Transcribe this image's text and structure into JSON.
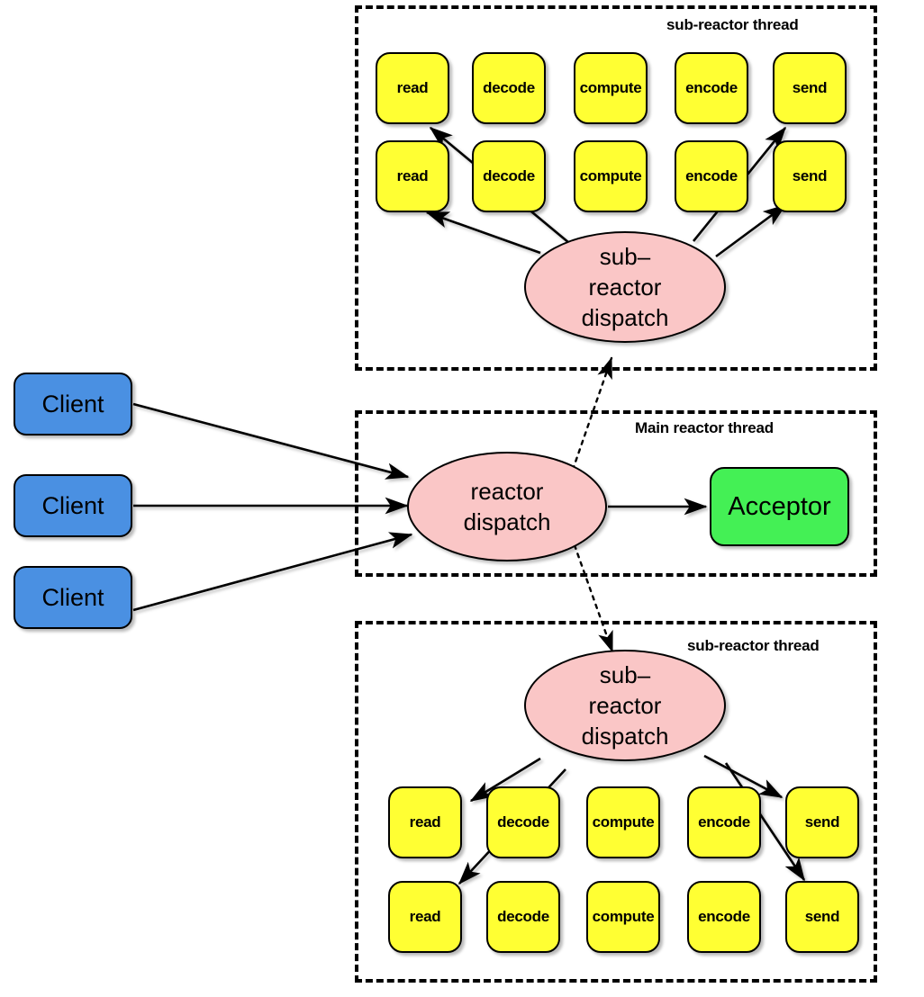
{
  "diagram": {
    "title": "Multi-reactor (main reactor / sub-reactor) dispatch architecture",
    "colors": {
      "stage_fill": "#FFFF33",
      "client_fill": "#4A90E2",
      "acceptor_fill": "#44F055",
      "dispatch_fill": "#FAC6C6",
      "outline": "#000000",
      "background": "#FFFFFF"
    }
  },
  "groups": {
    "top_sub_reactor": {
      "label": "sub-reactor thread",
      "dispatch": {
        "line1": "sub–",
        "line2": "reactor",
        "line3": "dispatch"
      },
      "rows": [
        [
          "read",
          "decode",
          "compute",
          "encode",
          "send"
        ],
        [
          "read",
          "decode",
          "compute",
          "encode",
          "send"
        ]
      ]
    },
    "main_reactor": {
      "label": "Main reactor thread",
      "dispatch": {
        "line1": "reactor",
        "line2": "dispatch"
      },
      "acceptor": "Acceptor"
    },
    "bottom_sub_reactor": {
      "label": "sub-reactor thread",
      "dispatch": {
        "line1": "sub–",
        "line2": "reactor",
        "line3": "dispatch"
      },
      "rows": [
        [
          "read",
          "decode",
          "compute",
          "encode",
          "send"
        ],
        [
          "read",
          "decode",
          "compute",
          "encode",
          "send"
        ]
      ]
    }
  },
  "clients": [
    {
      "label": "Client"
    },
    {
      "label": "Client"
    },
    {
      "label": "Client"
    }
  ]
}
